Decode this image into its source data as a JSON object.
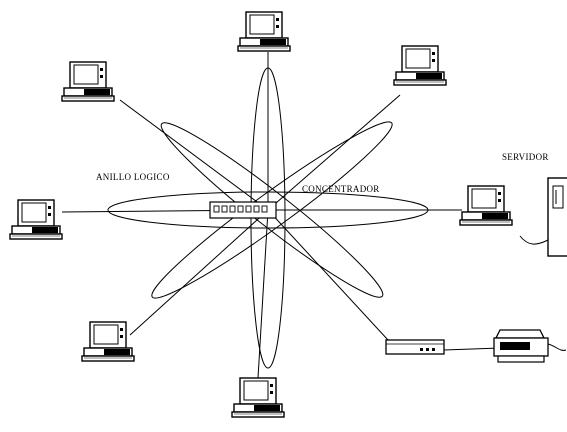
{
  "diagram": {
    "labels": {
      "logical_ring": "ANILLO LOGICO",
      "concentrator": "CONCENTRADOR",
      "server": "SERVIDOR"
    },
    "stroke_color": "#000000",
    "background": "#ffffff",
    "nodes": [
      {
        "id": "pc-top",
        "kind": "computer"
      },
      {
        "id": "pc-top-right",
        "kind": "computer"
      },
      {
        "id": "server",
        "kind": "server-computer"
      },
      {
        "id": "pc-top-left",
        "kind": "computer"
      },
      {
        "id": "pc-left",
        "kind": "computer"
      },
      {
        "id": "pc-bottom-left",
        "kind": "computer"
      },
      {
        "id": "pc-bottom",
        "kind": "computer"
      },
      {
        "id": "modem",
        "kind": "modem"
      },
      {
        "id": "printer",
        "kind": "printer"
      }
    ]
  }
}
